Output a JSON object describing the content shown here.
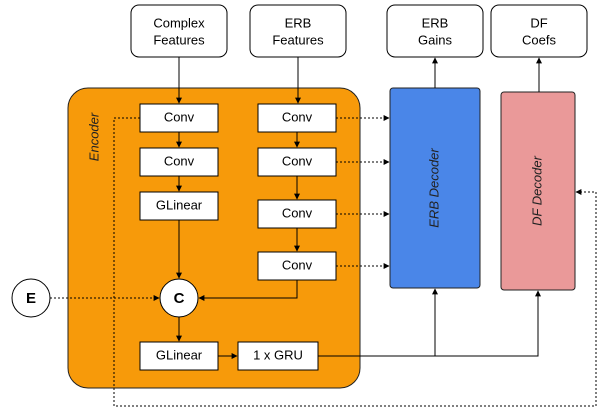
{
  "colors": {
    "encoder_fill": "#f79a0a",
    "encoder_stroke": "#222222",
    "erb_decoder_fill": "#4a86e8",
    "df_decoder_fill": "#ea9999"
  },
  "inputs": {
    "complex": [
      "Complex",
      "Features"
    ],
    "erb": [
      "ERB",
      "Features"
    ]
  },
  "outputs": {
    "erb_gains": [
      "ERB",
      "Gains"
    ],
    "df_coefs": [
      "DF",
      "Coefs"
    ]
  },
  "encoder": {
    "title": "Encoder",
    "left_column": [
      "Conv",
      "Conv",
      "GLinear"
    ],
    "right_column": [
      "Conv",
      "Conv",
      "Conv",
      "Conv"
    ],
    "concat": "C",
    "bottom_glinear": "GLinear",
    "gru": "1 x GRU"
  },
  "external": {
    "e_label": "E"
  },
  "decoders": {
    "erb": "ERB Decoder",
    "df": "DF Decoder"
  }
}
